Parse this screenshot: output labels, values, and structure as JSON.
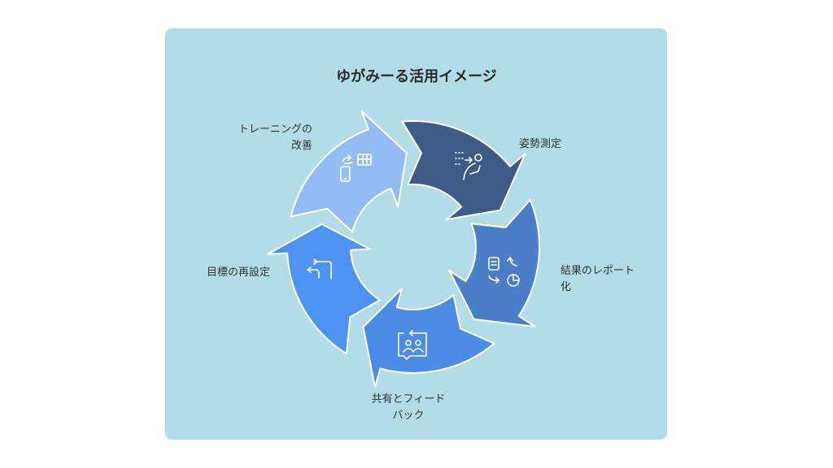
{
  "title": "ゆがみーる活用イメージ",
  "cycle": [
    {
      "id": "posture",
      "lines": [
        "姿勢測定"
      ],
      "color": "#3e5a87",
      "icon": "posture-measure-icon"
    },
    {
      "id": "report",
      "lines": [
        "結果のレポート",
        "化"
      ],
      "color": "#4a7ec8",
      "icon": "report-chart-icon"
    },
    {
      "id": "share",
      "lines": [
        "共有とフィード",
        "バック"
      ],
      "color": "#4d8ce6",
      "icon": "chat-people-icon"
    },
    {
      "id": "goal",
      "lines": [
        "目標の再設定"
      ],
      "color": "#4e93f2",
      "icon": "route-arrows-icon"
    },
    {
      "id": "training",
      "lines": [
        "トレーニングの",
        "改善"
      ],
      "color": "#96bcf5",
      "icon": "phone-table-icon"
    }
  ],
  "colors": {
    "panel": "#b2dce8",
    "icon_stroke": "#ffffff",
    "text": "#333333"
  }
}
